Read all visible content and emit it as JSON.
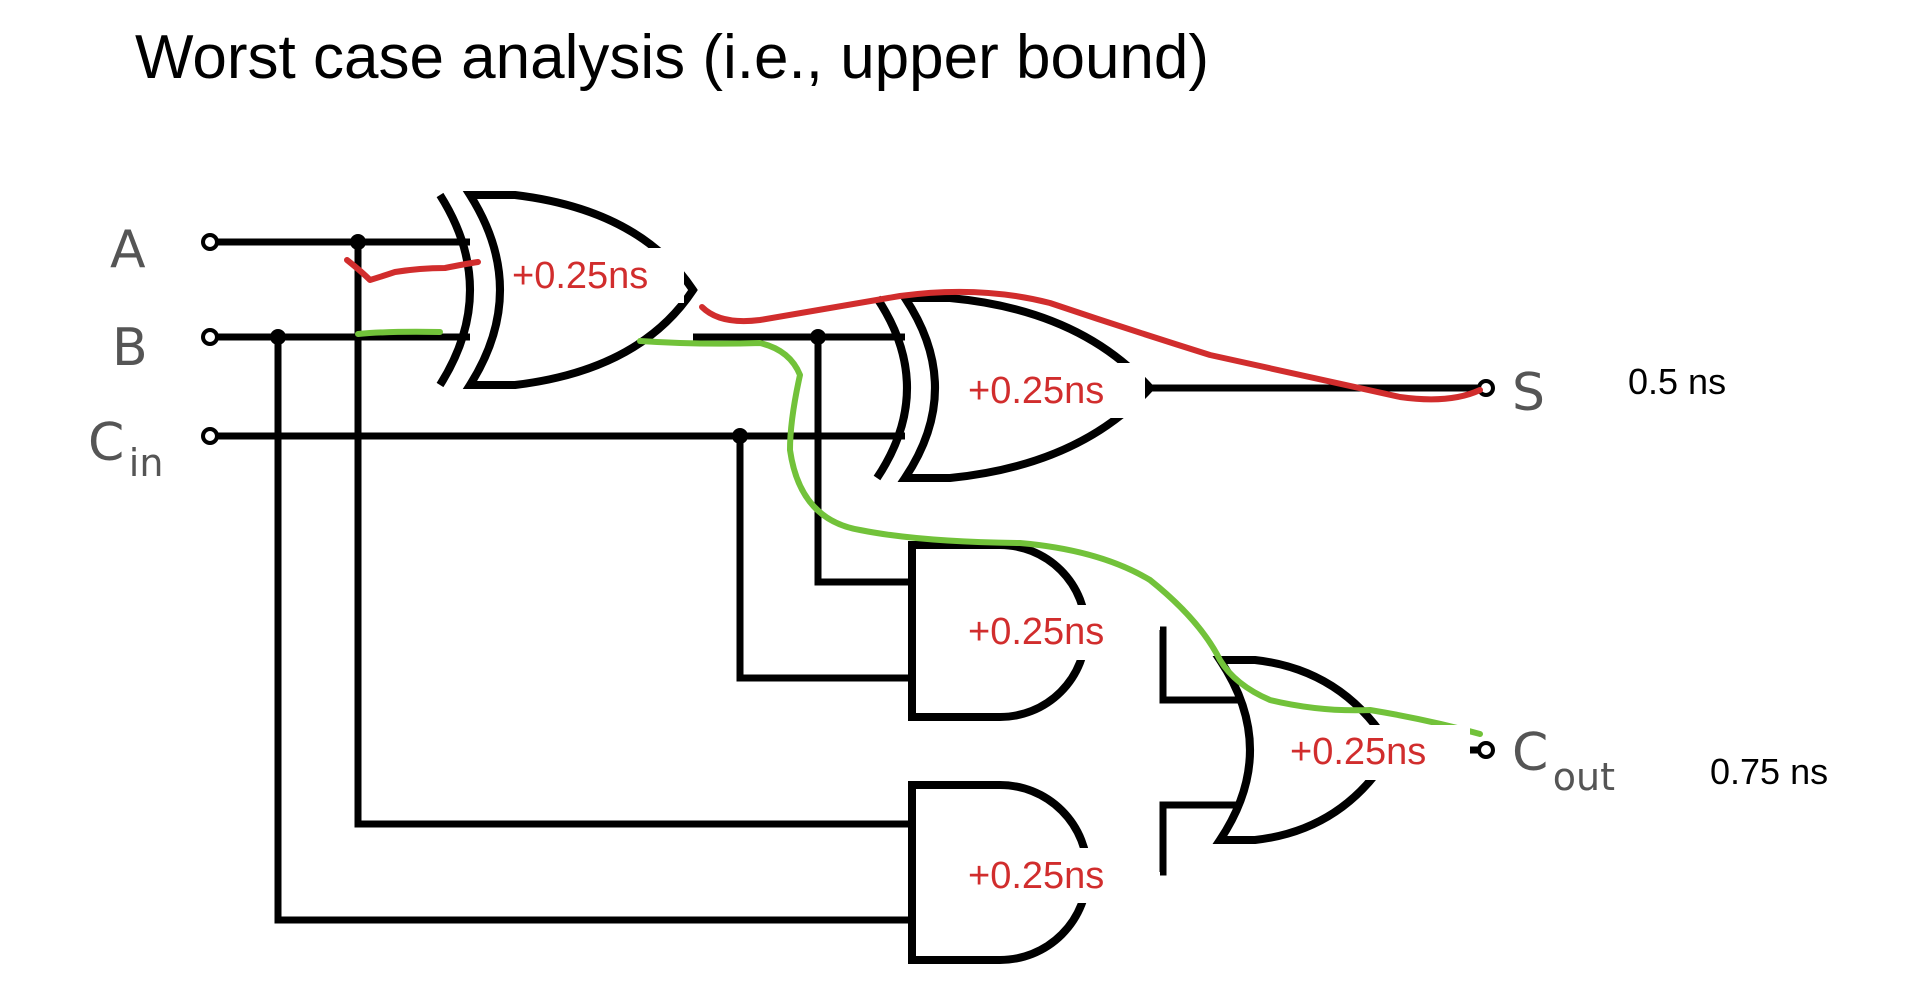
{
  "title": "Worst case analysis (i.e., upper bound)",
  "inputs": {
    "a": "A",
    "b": "B",
    "cin_main": "C",
    "cin_sub": "in"
  },
  "outputs": {
    "s": "S",
    "cout_main": "C",
    "cout_sub": "out"
  },
  "delays": {
    "xor1": "+0.25ns",
    "xor2": "+0.25ns",
    "and1": "+0.25ns",
    "and2": "+0.25ns",
    "or1": "+0.25ns"
  },
  "totals": {
    "s": "0.5 ns",
    "cout": "0.75 ns"
  },
  "colors": {
    "delay_text": "#d12d2d",
    "critical_path_sum": "#d12d2d",
    "critical_path_carry": "#72c23a"
  }
}
